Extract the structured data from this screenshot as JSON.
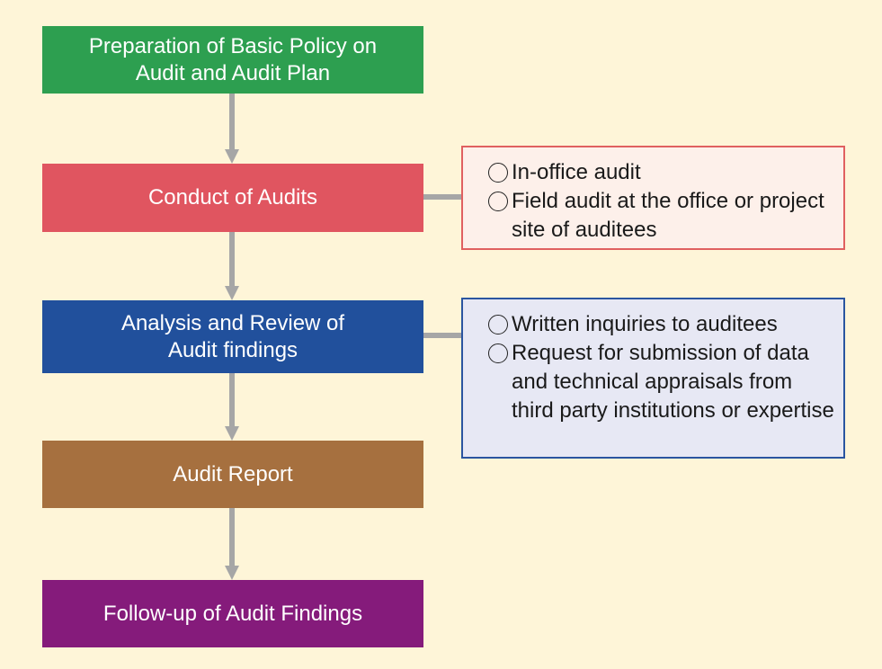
{
  "steps": [
    {
      "label": "Preparation of Basic Policy on\nAudit and Audit Plan",
      "color": "#2d9f50"
    },
    {
      "label": "Conduct of Audits",
      "color": "#e05560"
    },
    {
      "label": "Analysis and Review of\nAudit findings",
      "color": "#21509c"
    },
    {
      "label": "Audit Report",
      "color": "#a6703f"
    },
    {
      "label": "Follow-up of Audit Findings",
      "color": "#851b7b"
    }
  ],
  "notes": {
    "audits": {
      "items": [
        "In-office audit",
        "Field audit at the office or project site of auditees"
      ]
    },
    "analysis": {
      "items": [
        "Written inquiries to auditees",
        "Request for submission of data and technical appraisals from third party institutions or expertise"
      ]
    }
  },
  "connector_color": "#a6a6a6"
}
